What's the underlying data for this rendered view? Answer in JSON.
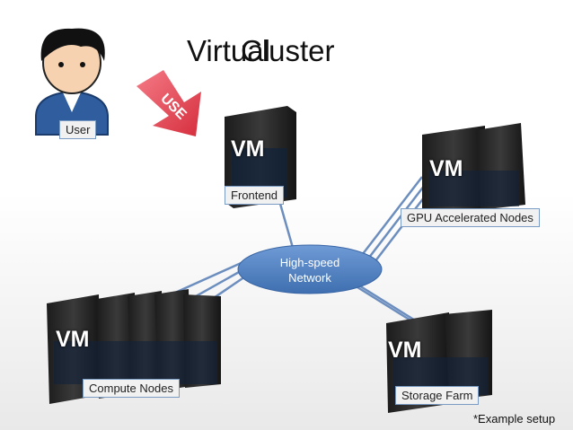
{
  "title": {
    "part1": "Virtual",
    "part2": "Cluster"
  },
  "user_label": "User",
  "use_arrow_text": "USE",
  "nodes": {
    "frontend": {
      "vm": "VM",
      "label": "Frontend"
    },
    "gpu": {
      "vm": "VM",
      "label": "GPU Accelerated Nodes"
    },
    "compute": {
      "vm": "VM",
      "label": "Compute Nodes"
    },
    "storage": {
      "vm": "VM",
      "label": "Storage Farm"
    }
  },
  "network": {
    "line1": "High-speed",
    "line2": "Network"
  },
  "footnote": "*Example setup",
  "colors": {
    "network_fill": "#4f81bd",
    "link_line": "#6c8ebf",
    "arrow": "#e0414f",
    "label_border": "#7a9cc4"
  }
}
